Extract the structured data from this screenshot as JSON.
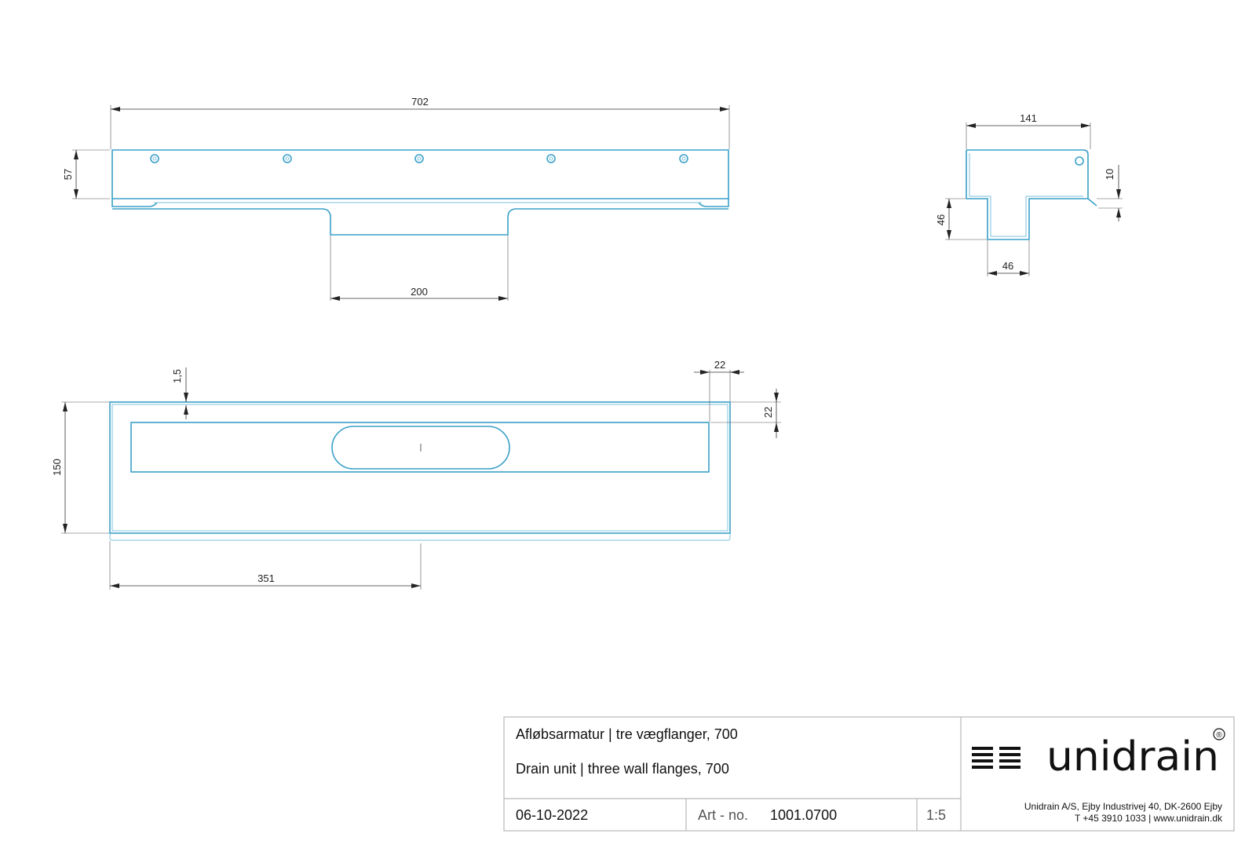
{
  "front_view": {
    "dim_length": "702",
    "dim_height": "57",
    "dim_outlet_width": "200"
  },
  "side_view": {
    "dim_width": "141",
    "dim_lip": "10",
    "dim_outlet_depth": "46",
    "dim_outlet_width": "46"
  },
  "top_view": {
    "dim_sheet": "1,5",
    "dim_flange_h": "22",
    "dim_flange_v": "22",
    "dim_width": "150",
    "dim_center": "351"
  },
  "title_block": {
    "title_da": "Afløbsarmatur | tre vægflanger, 700",
    "title_en": "Drain unit | three wall flanges, 700",
    "date": "06-10-2022",
    "art_label": "Art - no.",
    "art_no": "1001.0700",
    "scale": "1:5",
    "brand": "unidrain",
    "registered": "®",
    "address_line1": "Unidrain A/S, Ejby Industrivej 40, DK-2600 Ejby",
    "address_line2": "T +45 3910 1033 | www.unidrain.dk"
  },
  "colors": {
    "part_line": "#3aa0c8",
    "dimension_line": "#333333"
  }
}
